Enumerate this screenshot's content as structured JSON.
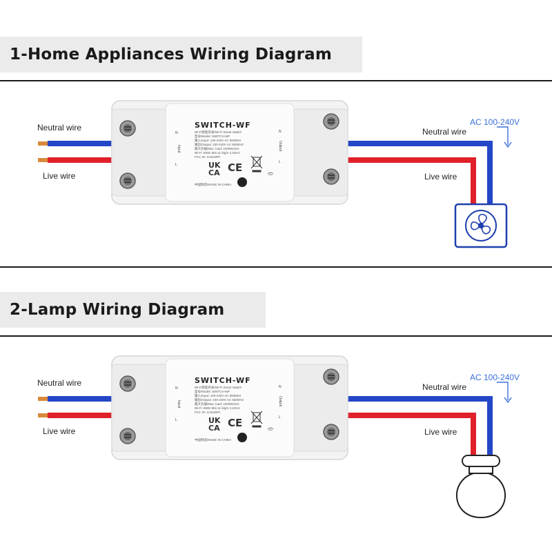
{
  "sections": [
    {
      "title": "1-Home Appliances Wiring Diagram",
      "load_icon": "fan-icon"
    },
    {
      "title": "2-Lamp Wiring Diagram",
      "load_icon": "light-bulb-icon"
    }
  ],
  "labels": {
    "neutral_wire": "Neutral wire",
    "live_wire": "Live wire",
    "ac_voltage": "AC 100-240V"
  },
  "device": {
    "model": "SWITCH-WF",
    "lines": [
      "Wi-Fi智能开关/Wi-Fi Smart Switch",
      "型号/Model: SWITCH-WF",
      "输入/Input: 100-240V AC 50/60Hz",
      "输出/Output: 100-240V AC 50/60Hz",
      "最大负载/Max. load: 2200W/10A",
      "Wi-Fi: IEEE 802.11 b/g/n 2.4GHz",
      "FCC ID: 2AZLWIFI"
    ],
    "made_in": "中国制造/MADE IN CHINA",
    "input_label": "Input",
    "output_label": "Output",
    "port_n": "N",
    "port_l": "L",
    "cert_ukca_top": "UK",
    "cert_ukca_bottom": "CA",
    "cert_ce": "CE"
  },
  "colors": {
    "neutral": "#2446c8",
    "live": "#e0202a",
    "copper": "#d98a3a",
    "ac_blue": "#3a6fd8",
    "header_bg": "#ebebeb"
  }
}
